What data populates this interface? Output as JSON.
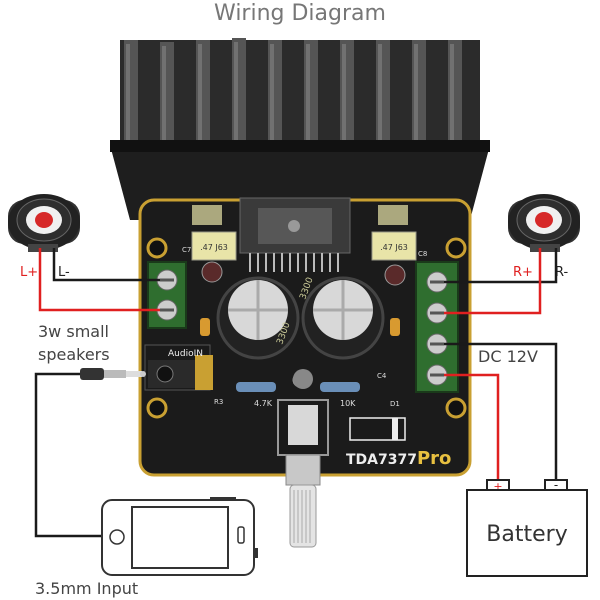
{
  "title": "Wiring Diagram",
  "speakers": {
    "left_plus": "L+",
    "left_minus": "L-",
    "right_plus": "R+",
    "right_minus": "R-",
    "caption_line1": "3w small",
    "caption_line2": "speakers"
  },
  "power": {
    "label": "DC 12V"
  },
  "battery": {
    "label": "Battery",
    "plus": "+",
    "minus": "-"
  },
  "input": {
    "label": "3.5mm Input"
  },
  "board": {
    "brand": "TDA7377",
    "brand_suffix": "Pro",
    "audio_in": "AudioIN",
    "cap_left": ".47 J63",
    "cap_right": ".47 J63",
    "res_left": "4.7K",
    "res_right": "10K",
    "ref_c7": "C7",
    "ref_c8": "C8",
    "ref_r3": "R3",
    "ref_d1": "D1",
    "ref_c4": "C4",
    "cap_big_left": "3300",
    "cap_big_right": "3300"
  },
  "colors": {
    "wire_red": "#e02020",
    "wire_black": "#1a1a1a",
    "pcb": "#1c1c1c",
    "heatsink": "#2a2a2a",
    "gold": "#c9a032",
    "terminal": "#3a7a3a",
    "speaker_cone": "#d62828"
  }
}
